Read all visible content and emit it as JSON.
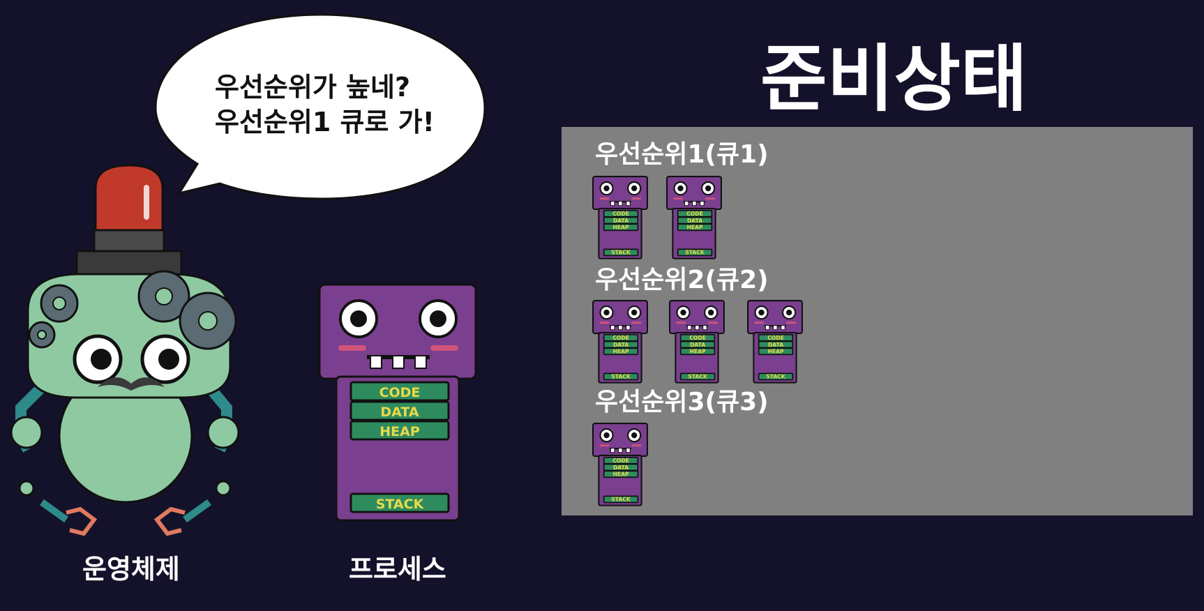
{
  "speech_bubble": {
    "line1": "우선순위가 높네?",
    "line2": "우선순위1 큐로 가!"
  },
  "captions": {
    "os": "운영체제",
    "process": "프로세스"
  },
  "title": "준비상태",
  "process_segments": {
    "code": "CODE",
    "data": "DATA",
    "heap": "HEAP",
    "stack": "STACK"
  },
  "queues": [
    {
      "label": "우선순위1(큐1)",
      "process_count": 2
    },
    {
      "label": "우선순위2(큐2)",
      "process_count": 3
    },
    {
      "label": "우선순위3(큐3)",
      "process_count": 1
    }
  ],
  "colors": {
    "background": "#13122a",
    "panel": "#808080",
    "process_body": "#7b3f8f",
    "segment_fill": "#2e8b5e",
    "segment_text": "#e9d94a",
    "os_body": "#8ec9a2",
    "siren": "#c0392b"
  }
}
